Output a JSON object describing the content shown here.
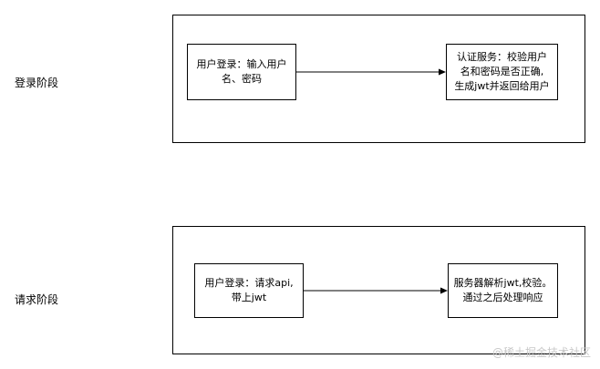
{
  "stages": [
    {
      "label": "登录阶段",
      "left_node": [
        "用户登录：输入用户",
        "名、密码"
      ],
      "right_node": [
        "认证服务：校验用户",
        "名和密码是否正确,",
        "生成jwt并返回给用户"
      ]
    },
    {
      "label": "请求阶段",
      "left_node": [
        "用户登录：请求api,",
        "带上jwt"
      ],
      "right_node": [
        "服务器解析jwt,校验。",
        "通过之后处理响应"
      ]
    }
  ],
  "watermark": "@稀土掘金技术社区"
}
